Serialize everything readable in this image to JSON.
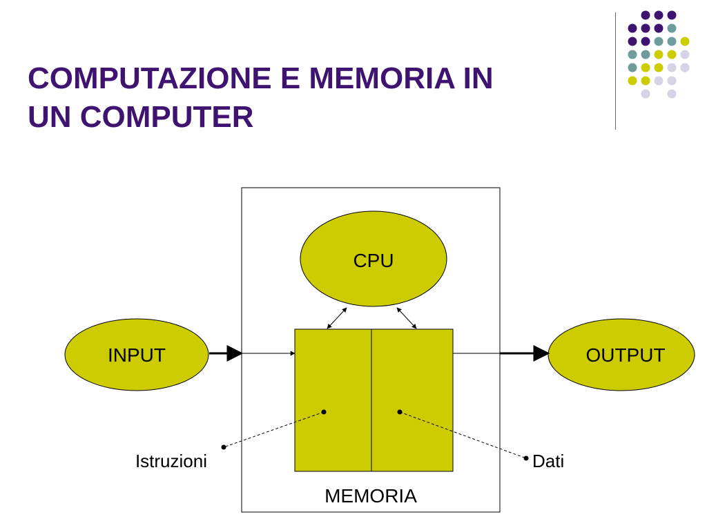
{
  "slide": {
    "title_line1": "COMPUTAZIONE E MEMORIA IN",
    "title_line2": "UN COMPUTER"
  },
  "diagram": {
    "cpu_label": "CPU",
    "input_label": "INPUT",
    "output_label": "OUTPUT",
    "memory_label": "MEMORIA",
    "instructions_label": "Istruzioni",
    "data_label": "Dati"
  },
  "colors": {
    "title": "#3e1470",
    "fill": "#cccc00",
    "stroke": "#000000",
    "dot_purple": "#3e1470",
    "dot_teal": "#6f9c9c",
    "dot_yellow": "#cccc00",
    "dot_lavender": "#d4d4e6"
  }
}
